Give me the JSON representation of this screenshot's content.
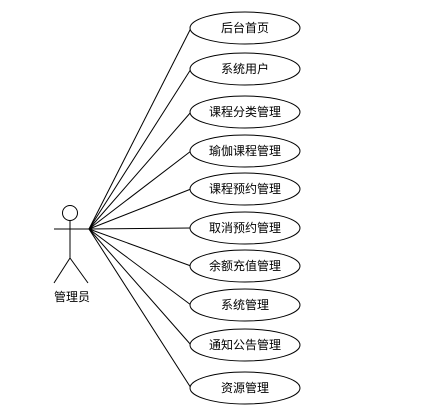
{
  "actor": {
    "label": "管理员"
  },
  "use_cases": [
    {
      "label": "后台首页"
    },
    {
      "label": "系统用户"
    },
    {
      "label": "课程分类管理"
    },
    {
      "label": "瑜伽课程管理"
    },
    {
      "label": "课程预约管理"
    },
    {
      "label": "取消预约管理"
    },
    {
      "label": "余额充值管理"
    },
    {
      "label": "系统管理"
    },
    {
      "label": "通知公告管理"
    },
    {
      "label": "资源管理"
    }
  ],
  "colors": {
    "stroke": "#000000",
    "background": "#ffffff"
  }
}
